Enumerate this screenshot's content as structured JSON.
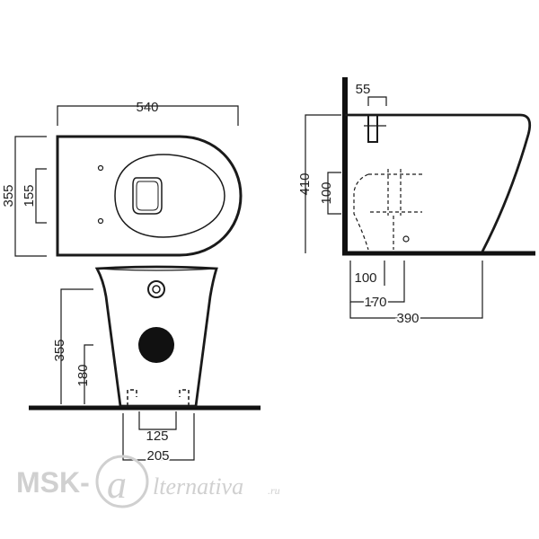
{
  "top_view": {
    "width_label": "540",
    "depth_label": "355",
    "holes_spacing_label": "155"
  },
  "front_view": {
    "height_label": "355",
    "outlet_height_label": "180",
    "inner_fix_label": "125",
    "outer_fix_label": "205"
  },
  "side_view": {
    "wall_offset_label": "55",
    "height_label": "410",
    "inlet_height_label": "100",
    "outlet_offset_label": "100",
    "fixing_offset_label": "170",
    "projection_label": "390"
  },
  "watermark": {
    "brand_left": "MSK-",
    "brand_right": "lternativa",
    "suffix": ".ru"
  },
  "colors": {
    "line": "#1a1a1a",
    "floor": "#111111",
    "watermark": "#d0d0d0"
  }
}
